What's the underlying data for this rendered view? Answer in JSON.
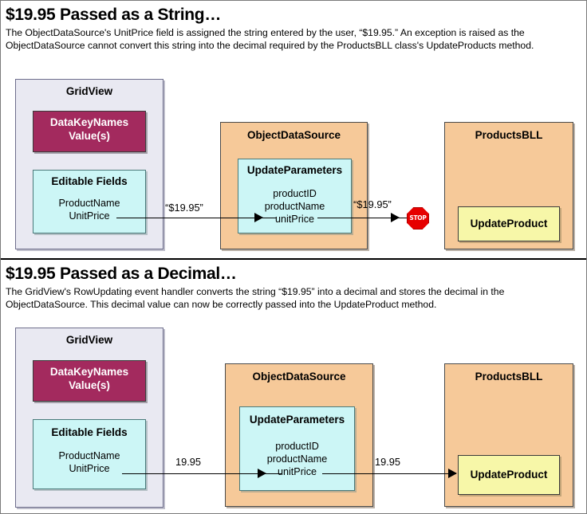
{
  "sections": [
    {
      "title": "$19.95 Passed as a String…",
      "description": "The ObjectDataSource's UnitPrice field is assigned the string entered by the user, “$19.95.” An exception is raised as the ObjectDataSource cannot convert this string into the decimal required by the ProductsBLL class's UpdateProducts method.",
      "gridview": {
        "title": "GridView",
        "datakey": {
          "line1": "DataKeyNames",
          "line2": "Value(s)"
        },
        "editable": {
          "header": "Editable Fields",
          "fields": [
            "ProductName",
            "UnitPrice"
          ]
        }
      },
      "objectdatasource": {
        "title": "ObjectDataSource",
        "updateparameters": {
          "header": "UpdateParameters",
          "params": [
            "productID",
            "productName",
            "unitPrice"
          ]
        }
      },
      "productsbll": {
        "title": "ProductsBLL",
        "method": "UpdateProduct"
      },
      "arrow1_label": "“$19.95”",
      "arrow2_label": "“$19.95”",
      "stop_label": "STOP",
      "blocked": true
    },
    {
      "title": "$19.95 Passed as a Decimal…",
      "description": "The GridView's RowUpdating event handler converts the string “$19.95” into a decimal and stores the decimal in the ObjectDataSource. This decimal value can now be correctly passed into the UpdateProduct method.",
      "gridview": {
        "title": "GridView",
        "datakey": {
          "line1": "DataKeyNames",
          "line2": "Value(s)"
        },
        "editable": {
          "header": "Editable Fields",
          "fields": [
            "ProductName",
            "UnitPrice"
          ]
        }
      },
      "objectdatasource": {
        "title": "ObjectDataSource",
        "updateparameters": {
          "header": "UpdateParameters",
          "params": [
            "productID",
            "productName",
            "unitPrice"
          ]
        }
      },
      "productsbll": {
        "title": "ProductsBLL",
        "method": "UpdateProduct"
      },
      "arrow1_label": "19.95",
      "arrow2_label": "19.95",
      "stop_label": "",
      "blocked": false
    }
  ],
  "colors": {
    "gridview_bg": "#e9e9f2",
    "orange_bg": "#f6c999",
    "magenta_bg": "#a32a5e",
    "cyan_bg": "#ccf6f6",
    "yellow_bg": "#f7f7a8",
    "stop_red": "#e60000",
    "page_bg": "#ffffff",
    "line": "#000000"
  }
}
